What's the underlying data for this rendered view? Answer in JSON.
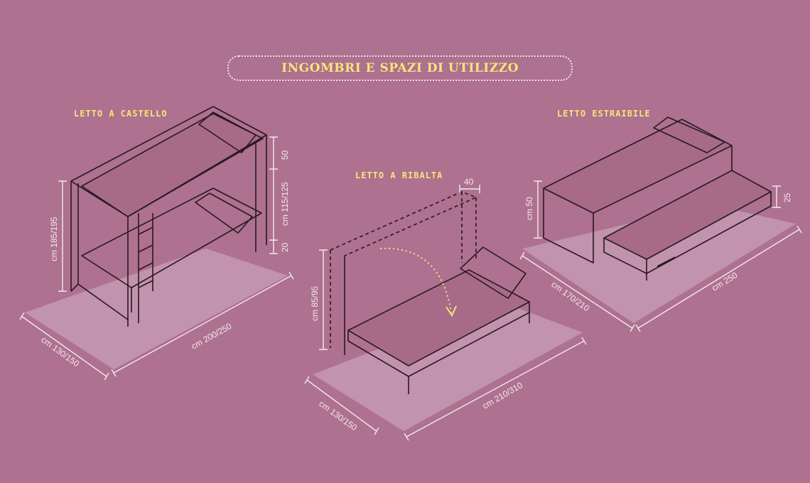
{
  "title": "INGOMBRI E SPAZI DI UTILIZZO",
  "colors": {
    "background": "#ae718f",
    "floor": "#c193ad",
    "accent": "#f6e57a",
    "dimension": "#f4e8ef"
  },
  "beds": [
    {
      "label": "LETTO A CASTELLO",
      "dimensions": {
        "height": "cm 185/195",
        "top_gap": "50",
        "between": "cm 115/125",
        "bottom_gap": "20",
        "width": "cm 130/150",
        "length": "cm 200/250"
      }
    },
    {
      "label": "LETTO A RIBALTA",
      "dimensions": {
        "depth": "40",
        "height": "cm 85/95",
        "width": "cm 130/150",
        "length": "cm 210/310"
      }
    },
    {
      "label": "LETTO ESTRAIBILE",
      "dimensions": {
        "height": "cm 50",
        "trundle_height": "25",
        "width": "cm 170/210",
        "length": "cm 250"
      }
    }
  ]
}
